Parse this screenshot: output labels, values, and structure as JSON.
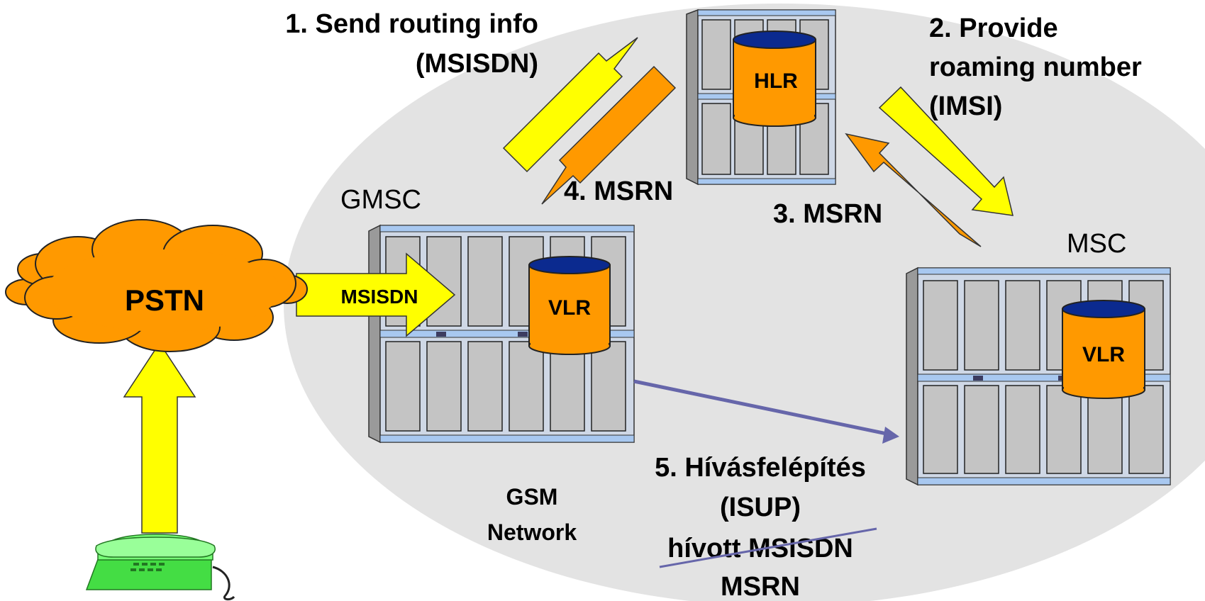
{
  "colors": {
    "background": "#ffffff",
    "network_ellipse": "#e3e3e3",
    "yellow_arrow": "#ffff00",
    "orange_arrow": "#ff9900",
    "cloud": "#ff9900",
    "connector": "#6666aa",
    "phone": "#66ff66",
    "cabinet_panel": "#c0c0c0",
    "cabinet_trim": "#a8c8f0"
  },
  "labels": {
    "step1_line1": "1. Send routing info",
    "step1_line2": "(MSISDN)",
    "step2_line1": "2. Provide",
    "step2_line2": "roaming number",
    "step2_line3": "(IMSI)",
    "step3": "3. MSRN",
    "step4": "4. MSRN",
    "step5_line1": "5. Hívásfelépítés",
    "step5_line2": "(ISUP)",
    "step5_line3": "hívott MSISDN",
    "step5_line4": "MSRN",
    "network_line1": "GSM",
    "network_line2": "Network",
    "gmsc": "GMSC",
    "msc": "MSC",
    "pstn": "PSTN",
    "msisdn_arrow": "MSISDN",
    "hlr": "HLR",
    "vlr_gmsc": "VLR",
    "vlr_msc": "VLR"
  },
  "icons": {
    "phone": "telephone-icon",
    "cloud": "cloud-icon",
    "database": "database-cylinder-icon",
    "cabinet": "server-cabinet-icon"
  }
}
